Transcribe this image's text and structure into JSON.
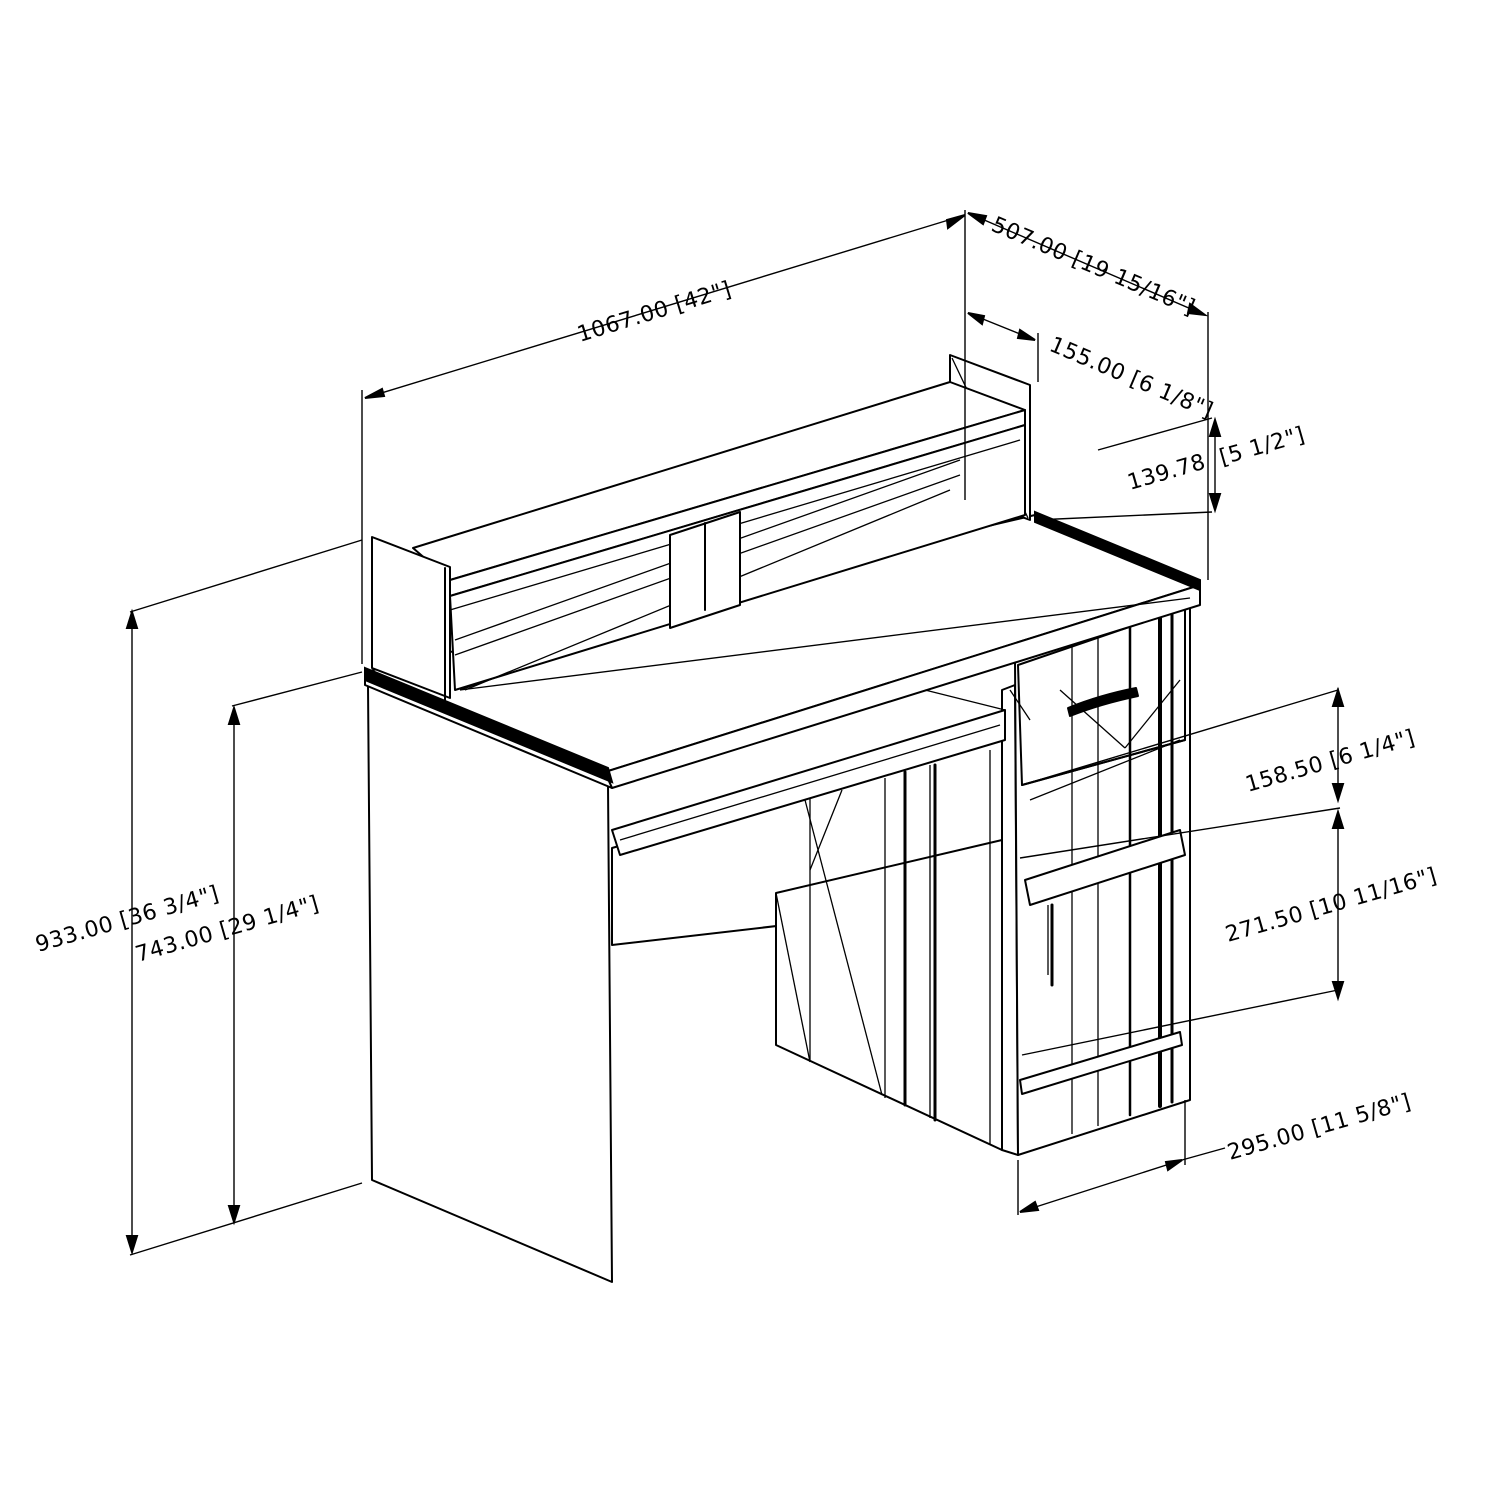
{
  "dimensions": {
    "overall_width": "1067.00 [42\"]",
    "overall_depth": "507.00 [19 15/16\"]",
    "hutch_depth": "155.00 [6 1/8\"]",
    "hutch_clearance_mm": "139.78",
    "hutch_clearance_in": "[5 1/2\"]",
    "drawer_height": "158.50  [6 1/4\"]",
    "shelf_space": "271.50 [10 11/16\"]",
    "cabinet_width": "295.00 [11 5/8\"]",
    "overall_height": "933.00 [36 3/4\"]",
    "desk_height": "743.00 [29 1/4\"]"
  }
}
